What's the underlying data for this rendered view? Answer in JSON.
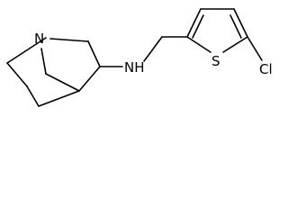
{
  "molecule": {
    "atoms": {
      "quinuclidine_n": "N",
      "amine_nh": "NH",
      "thiophene_s": "S",
      "chloro": "Cl"
    }
  }
}
